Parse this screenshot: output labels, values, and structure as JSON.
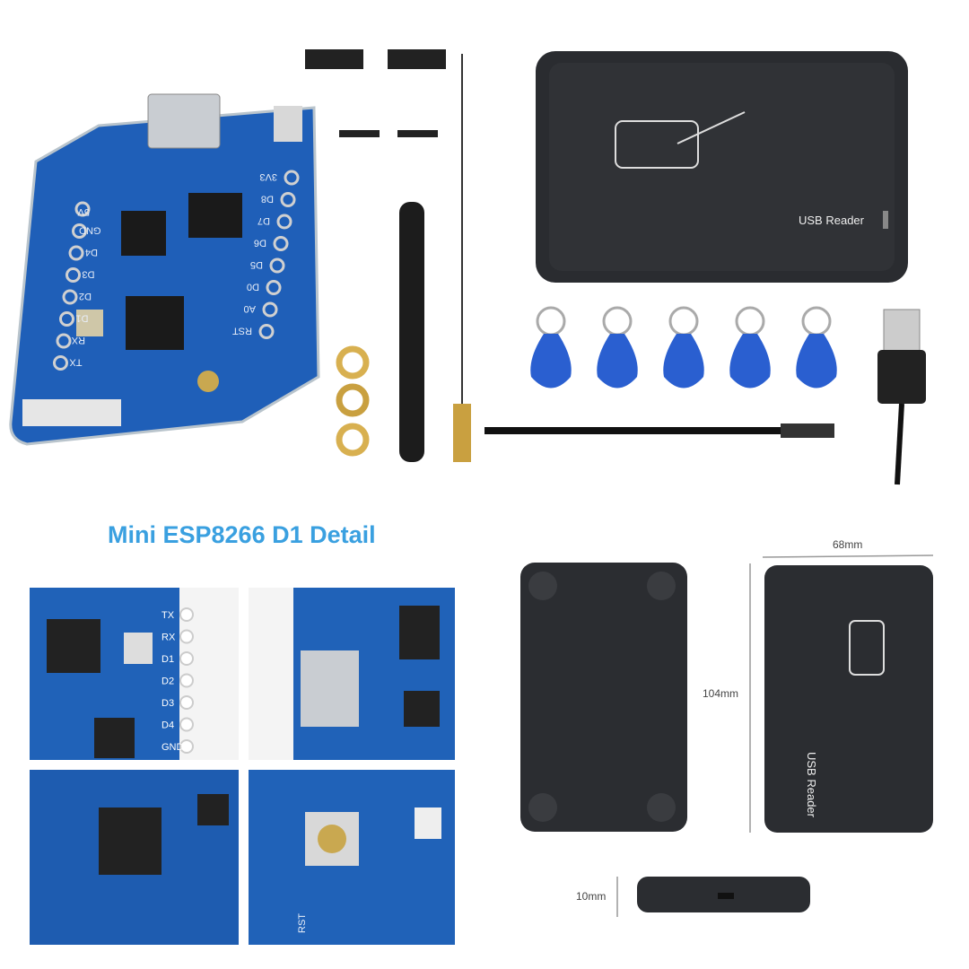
{
  "board": {
    "left_pins": [
      "5V",
      "GND",
      "D4",
      "D3",
      "D2",
      "D1",
      "RX",
      "TX"
    ],
    "right_pins": [
      "3V3",
      "D8",
      "D7",
      "D6",
      "D5",
      "D0",
      "A0",
      "RST"
    ]
  },
  "reader": {
    "label": "USB Reader"
  },
  "detail": {
    "title": "Mini ESP8266 D1 Detail",
    "panel_pins": [
      "TX",
      "RX",
      "D1",
      "D2",
      "D3",
      "D4",
      "GND"
    ],
    "rst_label": "RST"
  },
  "dimensions": {
    "width": "68mm",
    "height": "104mm",
    "thickness": "10mm",
    "side_label": "USB Reader"
  },
  "colors": {
    "pcb": "#1f5fb8",
    "reader": "#2a2c30",
    "tag": "#2a5fd0",
    "title": "#3aa0e0"
  }
}
